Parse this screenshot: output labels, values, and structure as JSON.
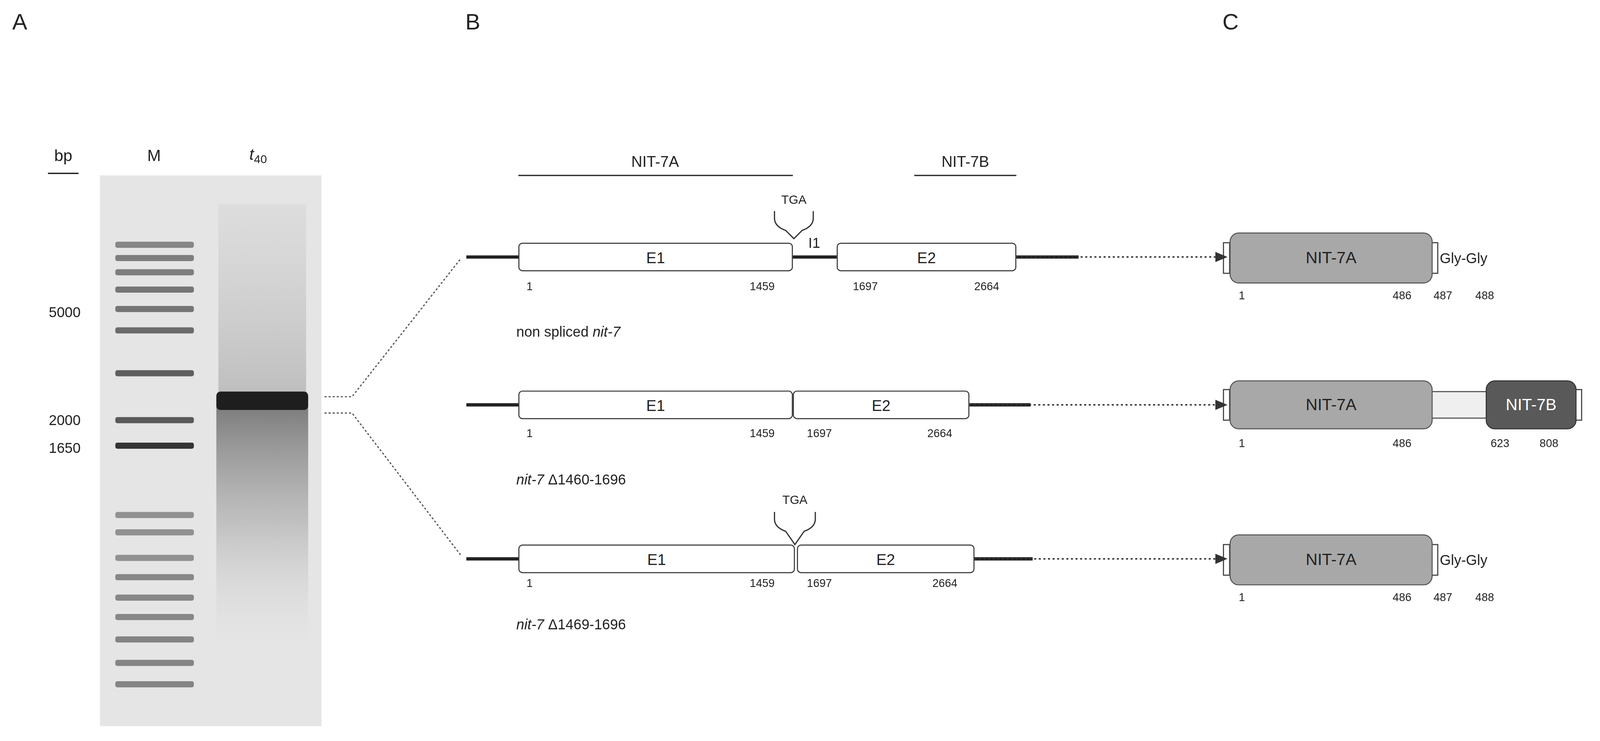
{
  "diagram": {
    "nodes": [
      {
        "text": [
          "E1"
        ]
      },
      {
        "text": [
          "E2"
        ]
      },
      {
        "text": [
          "NIT-7A"
        ]
      },
      {
        "text": [
          "E1"
        ]
      },
      {
        "text": [
          "E2"
        ]
      },
      {
        "text": [
          "NIT-7A"
        ]
      },
      {
        "text": [
          "NIT-7B"
        ]
      },
      {
        "text": [
          "E1"
        ]
      },
      {
        "text": [
          "E2"
        ]
      },
      {
        "text": [
          "NIT-7A"
        ]
      }
    ],
    "edges": [
      {
        "from": 1,
        "to": 2,
        "arrow": "to"
      },
      {
        "from": 4,
        "to": 5,
        "arrow": "to"
      },
      {
        "from": 8,
        "to": 9,
        "arrow": "to"
      }
    ],
    "labels": [
      "A",
      "bp",
      "M",
      "t40",
      "5000",
      "2000",
      "1650",
      "B",
      "NIT-7A",
      "NIT-7B",
      "TGA",
      "I1",
      "1",
      "1459",
      "1697",
      "2664",
      "non spliced nit-7",
      "1",
      "1459",
      "1697",
      "2664",
      "nit-7 Δ1460-1696",
      "TGA",
      "1",
      "1459",
      "1697",
      "2664",
      "nit-7 Δ1469-1696",
      "C",
      "Gly-Gly",
      "1",
      "486",
      "487",
      "488",
      "1",
      "486",
      "623",
      "808",
      "Gly-Gly",
      "1",
      "486",
      "487",
      "488"
    ]
  }
}
